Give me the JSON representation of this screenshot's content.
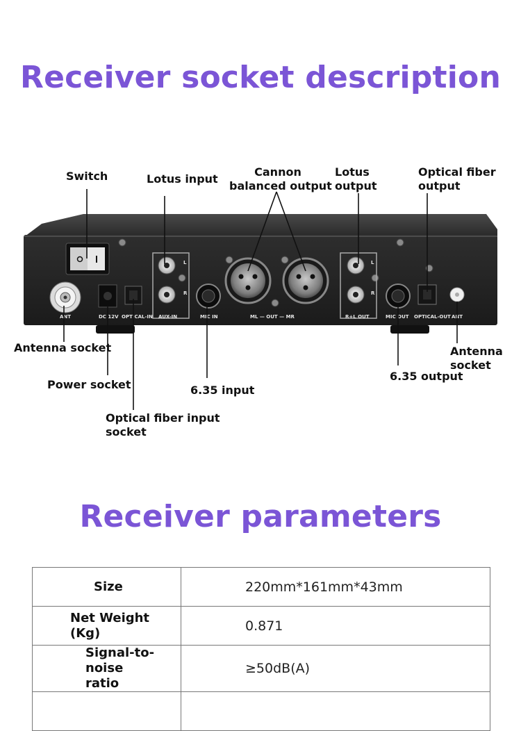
{
  "headings": {
    "socket_description": "Receiver socket description",
    "parameters": "Receiver parameters"
  },
  "callouts": {
    "switch": "Switch",
    "lotus_input": "Lotus input",
    "cannon_line1": "Cannon",
    "cannon_line2": "balanced output",
    "lotus_output_line1": "Lotus",
    "lotus_output_line2": "output",
    "optical_output_line1": "Optical fiber",
    "optical_output_line2": "output",
    "antenna_left": "Antenna socket",
    "power": "Power socket",
    "optical_input_line1": "Optical fiber input",
    "optical_input_line2": "socket",
    "input_635": "6.35 input",
    "output_635": "6.35 output",
    "antenna_right_line1": "Antenna",
    "antenna_right_line2": "socket"
  },
  "panel_labels": {
    "ant_left": "ANT",
    "dc": "DC 12V",
    "optical_in": "OPTICAL-IN",
    "aux_in": "AUX-IN",
    "mic_in": "MIC IN",
    "out_row": "ML — OUT — MR",
    "rl_out": "R+L OUT",
    "mic_out": "MIC OUT",
    "optical_out": "OPTICAL-OUT",
    "ant_right": "ANT",
    "l1": "L",
    "r1": "R",
    "l2": "L",
    "r2": "R"
  },
  "parameters": [
    {
      "label": "Size",
      "value": "220mm*161mm*43mm"
    },
    {
      "label": "Net Weight (Kg)",
      "value": "0.871"
    },
    {
      "label": "Signal-to-noise ratio",
      "label_line1": "Signal-to-noise",
      "label_line2": "ratio",
      "value": "≥50dB(A)"
    },
    {
      "label": "",
      "value": ""
    }
  ]
}
